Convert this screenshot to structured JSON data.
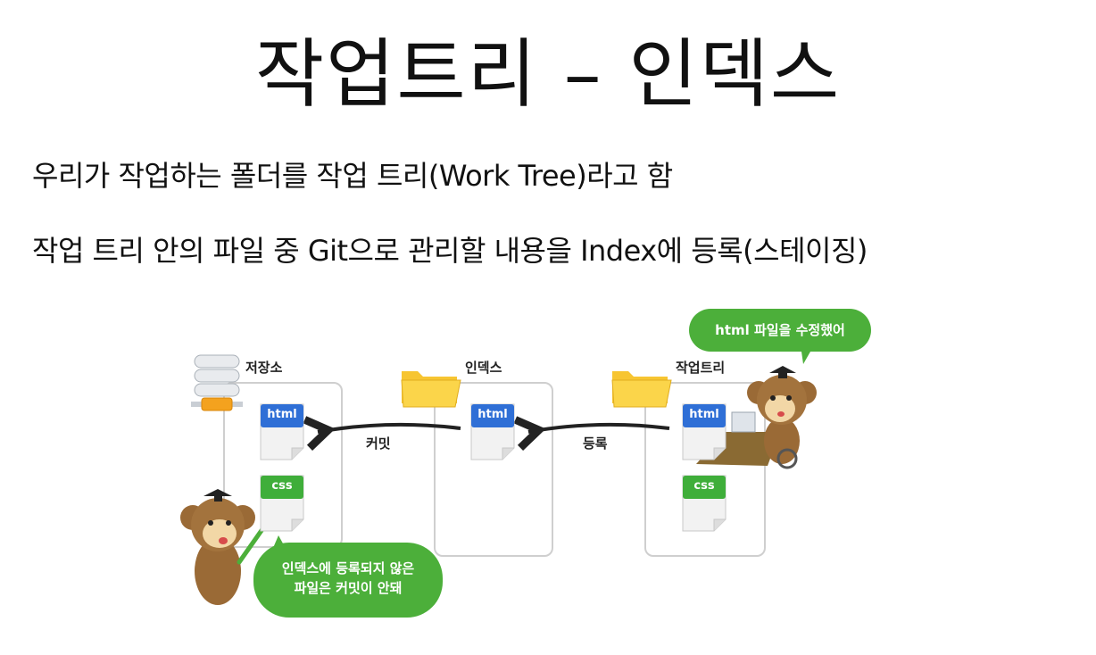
{
  "slide": {
    "title": "작업트리 – 인덱스",
    "line1": "우리가 작업하는 폴더를 작업 트리(Work Tree)라고 함",
    "line2": "작업 트리 안의 파일 중 Git으로 관리할 내용을 Index에 등록(스테이징)"
  },
  "diagram": {
    "repo_label": "저장소",
    "index_label": "인덱스",
    "worktree_label": "작업트리",
    "commit_label": "커밋",
    "register_label": "등록",
    "html_label": "html",
    "css_label": "css",
    "bubble_top": "html 파일을 수정했어",
    "bubble_bottom_line1": "인덱스에 등록되지 않은",
    "bubble_bottom_line2": "파일은 커밋이 안돼",
    "colors": {
      "html": "#2f6fd6",
      "css": "#3fae3a",
      "bubble": "#4caf3a",
      "folder": "#f7c531"
    }
  }
}
